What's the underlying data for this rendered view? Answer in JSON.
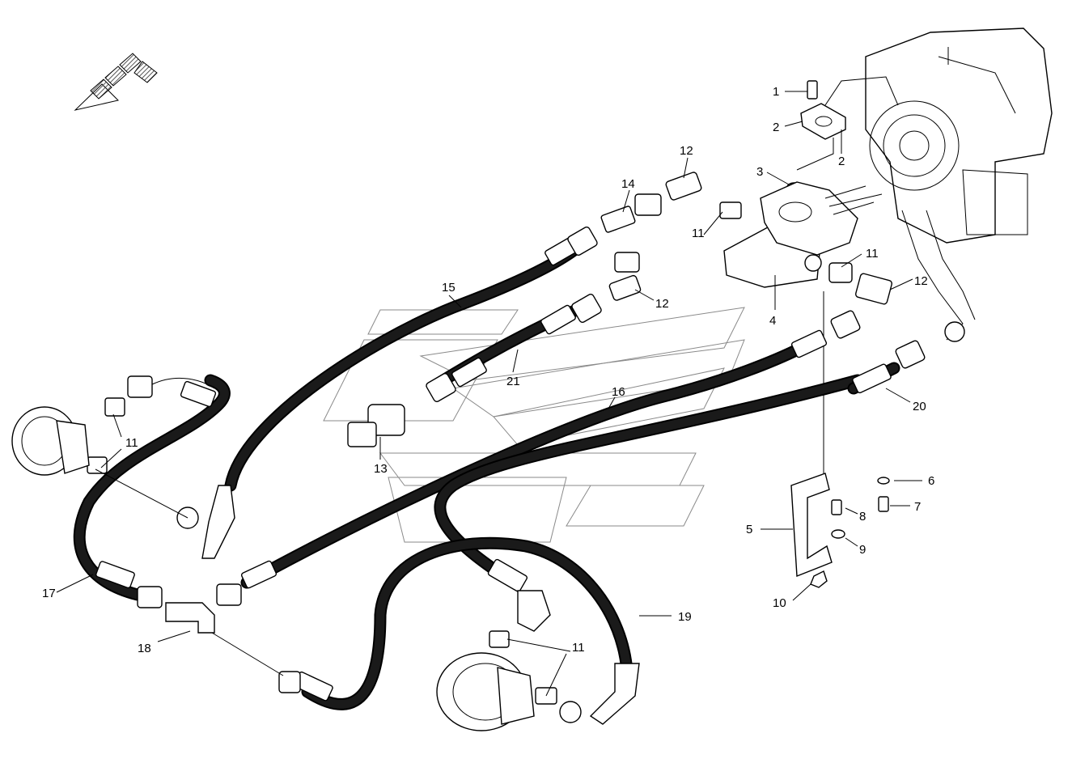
{
  "labels": {
    "p1": "1",
    "p2a": "2",
    "p2b": "2",
    "p3": "3",
    "p4": "4",
    "p5": "5",
    "p6": "6",
    "p7": "7",
    "p8": "8",
    "p9": "9",
    "p10": "10",
    "p11a": "11",
    "p11b": "11",
    "p11c": "11",
    "p11d": "11",
    "p12a": "12",
    "p12b": "12",
    "p12c": "12",
    "p13": "13",
    "p14": "14",
    "p15": "15",
    "p16": "16",
    "p17": "17",
    "p18": "18",
    "p19": "19",
    "p20": "20",
    "p21": "21"
  },
  "icons": {
    "direction": "direction-arrow-icon"
  }
}
